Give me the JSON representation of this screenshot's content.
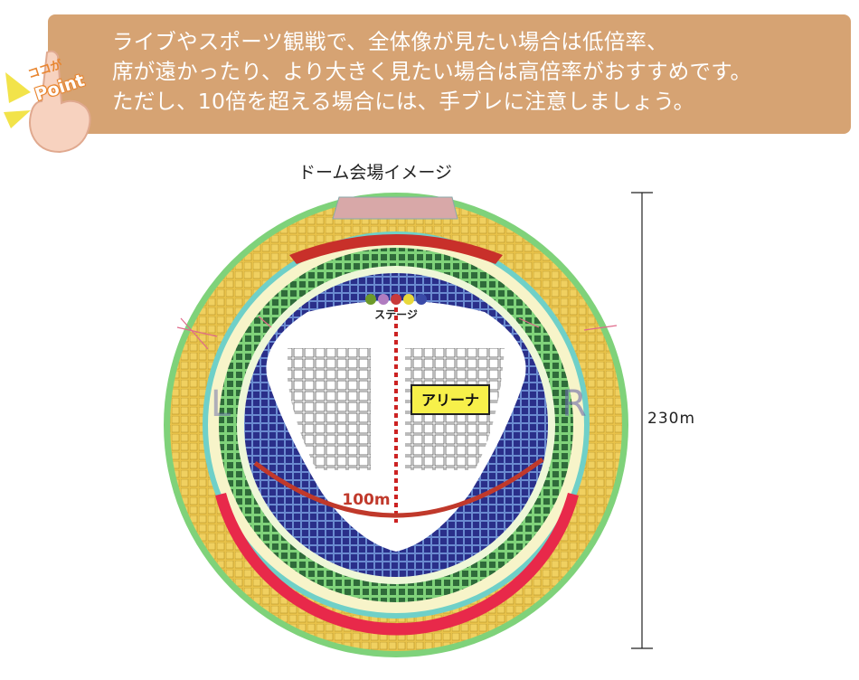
{
  "tip": {
    "badge_small": "ココが",
    "badge_large": "Point",
    "lines": [
      "ライブやスポーツ観戦で、全体像が見たい場合は低倍率、",
      "席が遠かったり、より大きく見たい場合は高倍率がおすすめです。",
      "ただし、10倍を超える場合には、手ブレに注意しましょう。"
    ]
  },
  "diagram": {
    "title": "ドーム会場イメージ",
    "stage_label": "ステージ",
    "arena_label": "アリーナ",
    "distance_label": "100m",
    "height_label": "230m",
    "left_label": "L",
    "right_label": "R"
  },
  "colors": {
    "tip_background": "#d6a373",
    "outer_seats": "#e8c24a",
    "green_seats": "#2f6b3a",
    "blue_seats": "#2a2f8a",
    "red_seats": "#e8294a",
    "distance_arc": "#c0392b",
    "center_line": "#cc2222"
  }
}
